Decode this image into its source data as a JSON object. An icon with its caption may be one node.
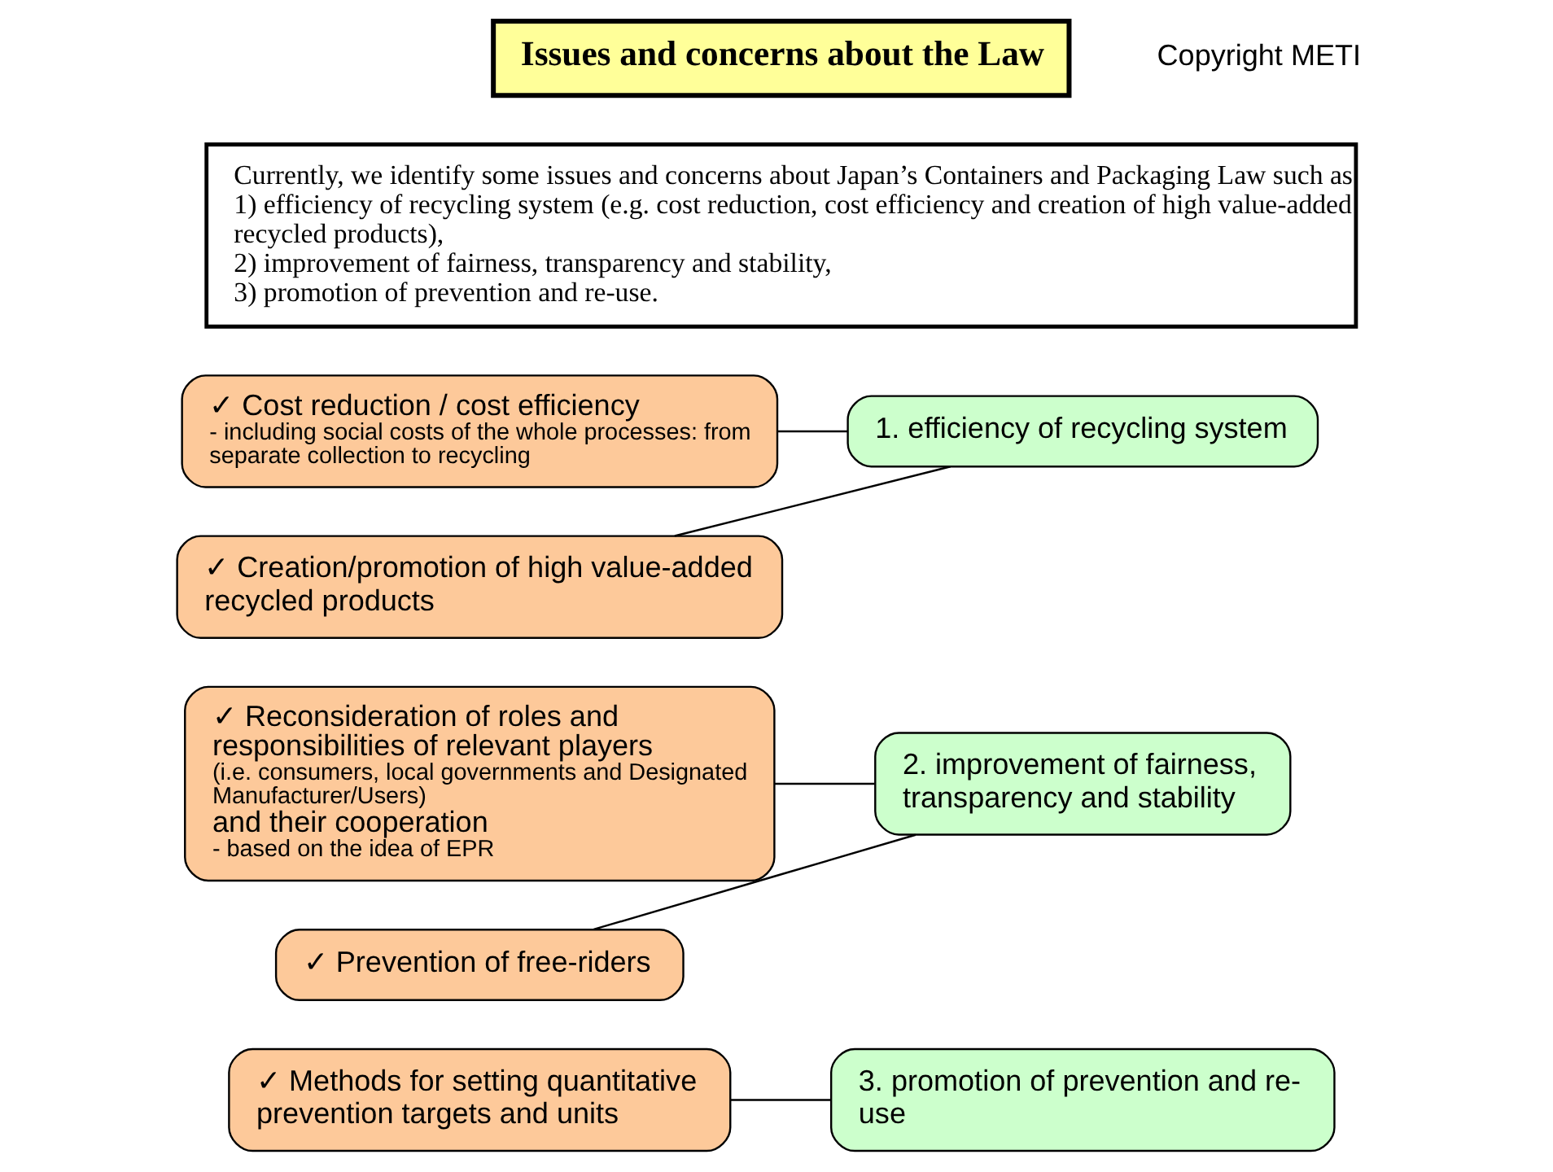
{
  "diagram": {
    "nodes": [
      {
        "text": [
          "Issues and concerns about the Law"
        ]
      },
      {
        "text": [
          "Currently, we identify some issues and concerns about Japan’s Containers and Packaging Law such as",
          "1) efficiency of recycling system (e.g. cost reduction, cost efficiency and creation of high value-added recycled products),",
          "2) improvement of fairness, transparency and stability,",
          "3) promotion of prevention and re-use."
        ]
      },
      {
        "text": [
          "1. efficiency of recycling system"
        ]
      },
      {
        "text": [
          "✓ Cost reduction / cost efficiency",
          "- including social costs of the whole processes: from separate collection to recycling"
        ]
      },
      {
        "text": [
          "✓ Creation/promotion of high value-added recycled products"
        ]
      },
      {
        "text": [
          "2. improvement of fairness, transparency and stability"
        ]
      },
      {
        "text": [
          "✓ Reconsideration of roles and responsibilities of relevant players",
          "(i.e. consumers, local governments and Designated Manufacturer/Users)",
          "and their cooperation",
          "- based on the idea of EPR"
        ]
      },
      {
        "text": [
          "✓ Prevention of free-riders"
        ]
      },
      {
        "text": [
          "3. promotion of prevention and re-use"
        ]
      },
      {
        "text": [
          "✓ Methods for setting quantitative prevention targets and units"
        ]
      }
    ],
    "edges": [
      {
        "from": 2,
        "to": 3,
        "arrow": "none"
      },
      {
        "from": 2,
        "to": 4,
        "arrow": "none"
      },
      {
        "from": 5,
        "to": 6,
        "arrow": "none"
      },
      {
        "from": 5,
        "to": 7,
        "arrow": "none"
      },
      {
        "from": 8,
        "to": 9,
        "arrow": "none"
      }
    ],
    "labels": [
      "Copyright METI"
    ]
  }
}
